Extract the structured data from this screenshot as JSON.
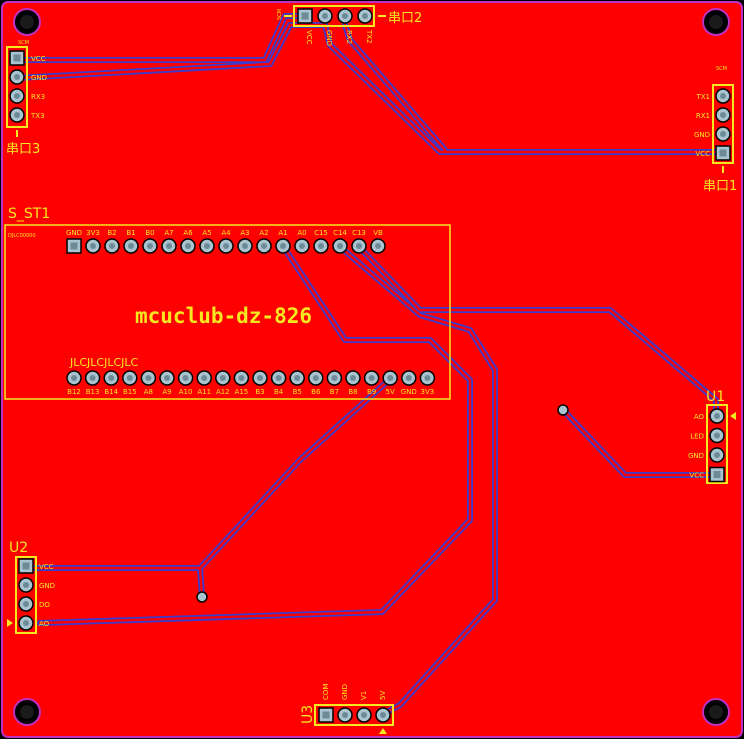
{
  "board": {
    "title_text": "mcuclub-dz-826",
    "colors": {
      "copper": "#ff0000",
      "edge": "#c030c0",
      "silkscreen": "#f5e81e",
      "trace": "#3a3acc",
      "pad": "#a9c3cf"
    }
  },
  "components": {
    "chuankou2": {
      "ref": "串口2",
      "pins": [
        "VCC",
        "GND",
        "RX2",
        "TX2"
      ],
      "tag": "SCM"
    },
    "chuankou3": {
      "ref": "串口3",
      "pins": [
        "VCC",
        "GND",
        "RX3",
        "TX3"
      ],
      "tag": "SCM"
    },
    "chuankou1": {
      "ref": "串口1",
      "pins": [
        "TX1",
        "RX1",
        "GND",
        "VCC"
      ],
      "tag": "SCM"
    },
    "s_st1": {
      "ref": "S_ST1",
      "header_label": "DJLC00000",
      "bottom_label": "JLCJLCJLCJLC",
      "top_pins": [
        "GND",
        "3V3",
        "B2",
        "B1",
        "B0",
        "A7",
        "A6",
        "A5",
        "A4",
        "A3",
        "A2",
        "A1",
        "A0",
        "C15",
        "C14",
        "C13",
        "VB"
      ],
      "bottom_pins": [
        "B12",
        "B13",
        "B14",
        "B15",
        "A8",
        "A9",
        "A10",
        "A11",
        "A12",
        "A15",
        "B3",
        "B4",
        "B5",
        "B6",
        "B7",
        "B8",
        "B9",
        "5V",
        "GND",
        "3V3"
      ]
    },
    "u1": {
      "ref": "U1",
      "pins": [
        "AO",
        "LED",
        "GND",
        "VCC"
      ]
    },
    "u2": {
      "ref": "U2",
      "pins": [
        "VCC",
        "GND",
        "DO",
        "AO"
      ]
    },
    "u3": {
      "ref": "U3",
      "pins": [
        "COM",
        "GND",
        "V1",
        "5V"
      ]
    }
  }
}
